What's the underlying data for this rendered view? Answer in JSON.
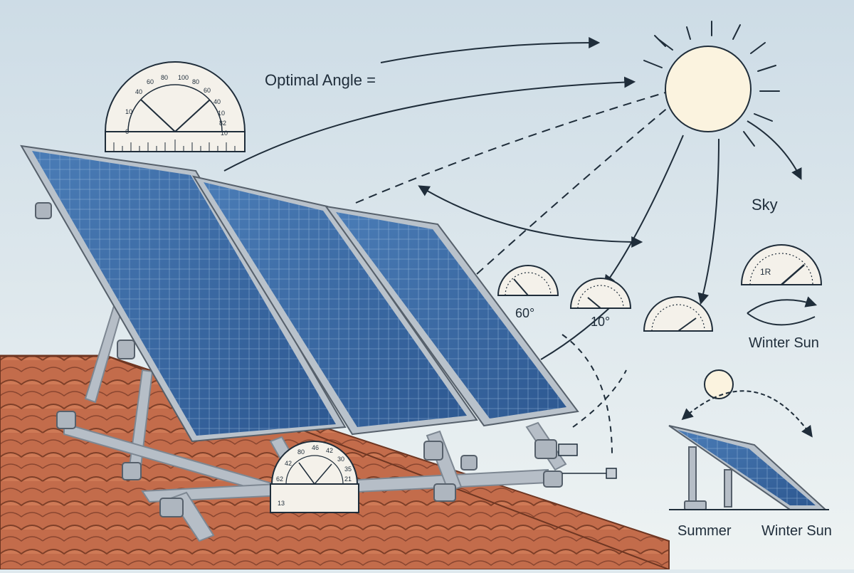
{
  "labels": {
    "optimal_angle": "Optimal Angle =",
    "sky": "Sky",
    "angle_60": "60°",
    "angle_10": "10°",
    "winter_sun_right": "Winter Sun",
    "summer": "Summer",
    "winter_sun_bottom": "Winter Sun",
    "gauge_small_label": "1R"
  },
  "protractor_top": {
    "ticks": [
      "6",
      "10",
      "40",
      "60",
      "80",
      "100",
      "80",
      "60",
      "40",
      "10",
      "82",
      "10"
    ]
  },
  "protractor_roof": {
    "ticks": [
      "13",
      "62",
      "42",
      "80",
      "46",
      "42",
      "30",
      "35",
      "21"
    ]
  },
  "colors": {
    "sky_top": "#cfdde6",
    "sky_bottom": "#edf2f2",
    "panel_blue": "#3f6fa8",
    "panel_dark": "#2a4f85",
    "frame_gray": "#a9b3bd",
    "roof_tile": "#c8704e",
    "sun_fill": "#fbf3df",
    "ink": "#1f2d3a"
  }
}
